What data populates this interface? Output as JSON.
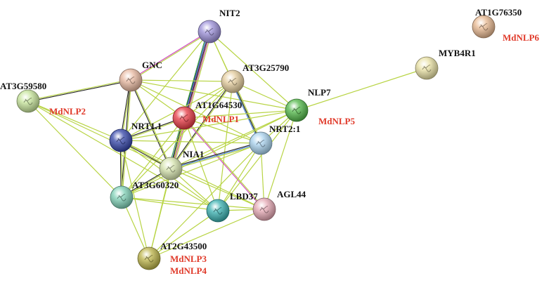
{
  "nodes": [
    {
      "id": "NIT2",
      "label": "NIT2",
      "color": "#9b8fd8"
    },
    {
      "id": "GNC",
      "label": "GNC",
      "color": "#e8b8a0"
    },
    {
      "id": "AT3G25790",
      "label": "AT3G25790",
      "color": "#e4cc9c"
    },
    {
      "id": "AT3G59580",
      "label": "AT3G59580",
      "color": "#c6e49a",
      "aliases": [
        "MdNLP2"
      ]
    },
    {
      "id": "AT1G64530",
      "label": "AT1G64530",
      "color": "#e83a44",
      "aliases": [
        "MdNLP1"
      ]
    },
    {
      "id": "NLP7",
      "label": "NLP7",
      "color": "#52b848",
      "aliases": [
        "MdNLP5"
      ]
    },
    {
      "id": "NRT1.1",
      "label": "NRT1.1",
      "color": "#3344a8"
    },
    {
      "id": "NRT2:1",
      "label": "NRT2:1",
      "color": "#a8d2ee"
    },
    {
      "id": "NIA1",
      "label": "NIA1",
      "color": "#d6e4ae"
    },
    {
      "id": "AT3G60320",
      "label": "AT3G60320",
      "color": "#7ed0b6"
    },
    {
      "id": "LBD37",
      "label": "LBD37",
      "color": "#38b0b0"
    },
    {
      "id": "AGL44",
      "label": "AGL44",
      "color": "#e6a8b4"
    },
    {
      "id": "AT2G43500",
      "label": "AT2G43500",
      "color": "#bcb448",
      "aliases": [
        "MdNLP3",
        "MdNLP4"
      ]
    },
    {
      "id": "MYB4R1",
      "label": "MYB4R1",
      "color": "#eae2a4"
    },
    {
      "id": "AT1G76350",
      "label": "AT1G76350",
      "color": "#e8b890",
      "aliases": [
        "MdNLP6"
      ]
    }
  ],
  "edges": [
    {
      "source": "NIT2",
      "target": "GNC",
      "types": [
        "yellowgreen",
        "magenta"
      ]
    },
    {
      "source": "NIT2",
      "target": "AT3G25790",
      "types": [
        "yellowgreen"
      ]
    },
    {
      "source": "NIT2",
      "target": "AT1G64530",
      "types": [
        "yellowgreen",
        "magenta",
        "black"
      ]
    },
    {
      "source": "NIT2",
      "target": "NRT1.1",
      "types": [
        "yellowgreen"
      ]
    },
    {
      "source": "NIT2",
      "target": "NIA1",
      "types": [
        "yellowgreen",
        "magenta",
        "black",
        "blue",
        "green"
      ]
    },
    {
      "source": "NIT2",
      "target": "NRT2:1",
      "types": [
        "yellowgreen"
      ]
    },
    {
      "source": "NIT2",
      "target": "NLP7",
      "types": [
        "yellowgreen"
      ]
    },
    {
      "source": "GNC",
      "target": "AT3G59580",
      "types": [
        "black",
        "yellowgreen"
      ]
    },
    {
      "source": "GNC",
      "target": "AT3G25790",
      "types": [
        "yellowgreen"
      ]
    },
    {
      "source": "GNC",
      "target": "AT1G64530",
      "types": [
        "yellowgreen"
      ]
    },
    {
      "source": "GNC",
      "target": "NRT1.1",
      "types": [
        "yellowgreen",
        "black"
      ]
    },
    {
      "source": "GNC",
      "target": "NIA1",
      "types": [
        "yellowgreen",
        "black"
      ]
    },
    {
      "source": "GNC",
      "target": "AT3G60320",
      "types": [
        "yellowgreen",
        "black"
      ]
    },
    {
      "source": "GNC",
      "target": "NRT2:1",
      "types": [
        "yellowgreen"
      ]
    },
    {
      "source": "GNC",
      "target": "NLP7",
      "types": [
        "yellowgreen"
      ]
    },
    {
      "source": "AT3G25790",
      "target": "AT1G64530",
      "types": [
        "yellowgreen"
      ]
    },
    {
      "source": "AT3G25790",
      "target": "NRT1.1",
      "types": [
        "yellowgreen"
      ]
    },
    {
      "source": "AT3G25790",
      "target": "NIA1",
      "types": [
        "yellowgreen",
        "black"
      ]
    },
    {
      "source": "AT3G25790",
      "target": "NRT2:1",
      "types": [
        "yellowgreen",
        "black",
        "blue"
      ]
    },
    {
      "source": "AT3G25790",
      "target": "NLP7",
      "types": [
        "yellowgreen"
      ]
    },
    {
      "source": "AT3G25790",
      "target": "AT3G60320",
      "types": [
        "yellowgreen"
      ]
    },
    {
      "source": "AT3G25790",
      "target": "LBD37",
      "types": [
        "yellowgreen"
      ]
    },
    {
      "source": "AT3G59580",
      "target": "NRT1.1",
      "types": [
        "yellowgreen"
      ]
    },
    {
      "source": "AT3G59580",
      "target": "NIA1",
      "types": [
        "yellowgreen"
      ]
    },
    {
      "source": "AT3G59580",
      "target": "AT3G60320",
      "types": [
        "yellowgreen"
      ]
    },
    {
      "source": "AT3G59580",
      "target": "LBD37",
      "types": [
        "yellowgreen"
      ]
    },
    {
      "source": "AT1G64530",
      "target": "NRT1.1",
      "types": [
        "yellowgreen",
        "black"
      ]
    },
    {
      "source": "AT1G64530",
      "target": "NIA1",
      "types": [
        "yellowgreen",
        "black"
      ]
    },
    {
      "source": "AT1G64530",
      "target": "NRT2:1",
      "types": [
        "yellowgreen"
      ]
    },
    {
      "source": "AT1G64530",
      "target": "NLP7",
      "types": [
        "yellowgreen"
      ]
    },
    {
      "source": "AT1G64530",
      "target": "AT3G60320",
      "types": [
        "yellowgreen"
      ]
    },
    {
      "source": "AT1G64530",
      "target": "LBD37",
      "types": [
        "yellowgreen"
      ]
    },
    {
      "source": "AT1G64530",
      "target": "AGL44",
      "types": [
        "yellowgreen",
        "magenta"
      ]
    },
    {
      "source": "AT1G64530",
      "target": "AT2G43500",
      "types": [
        "yellowgreen"
      ]
    },
    {
      "source": "NLP7",
      "target": "NRT1.1",
      "types": [
        "yellowgreen"
      ]
    },
    {
      "source": "NLP7",
      "target": "NIA1",
      "types": [
        "yellowgreen"
      ]
    },
    {
      "source": "NLP7",
      "target": "NRT2:1",
      "types": [
        "yellowgreen"
      ]
    },
    {
      "source": "NLP7",
      "target": "AT3G60320",
      "types": [
        "yellowgreen"
      ]
    },
    {
      "source": "NLP7",
      "target": "LBD37",
      "types": [
        "yellowgreen"
      ]
    },
    {
      "source": "NLP7",
      "target": "AGL44",
      "types": [
        "yellowgreen"
      ]
    },
    {
      "source": "NLP7",
      "target": "MYB4R1",
      "types": [
        "yellowgreen"
      ]
    },
    {
      "source": "NRT1.1",
      "target": "NIA1",
      "types": [
        "yellowgreen",
        "black"
      ]
    },
    {
      "source": "NRT1.1",
      "target": "NRT2:1",
      "types": [
        "yellowgreen"
      ]
    },
    {
      "source": "NRT1.1",
      "target": "AT3G60320",
      "types": [
        "yellowgreen",
        "black"
      ]
    },
    {
      "source": "NRT1.1",
      "target": "LBD37",
      "types": [
        "yellowgreen"
      ]
    },
    {
      "source": "NRT1.1",
      "target": "AGL44",
      "types": [
        "yellowgreen"
      ]
    },
    {
      "source": "NRT1.1",
      "target": "AT2G43500",
      "types": [
        "yellowgreen"
      ]
    },
    {
      "source": "NRT2:1",
      "target": "NIA1",
      "types": [
        "yellowgreen",
        "blue",
        "black"
      ]
    },
    {
      "source": "NRT2:1",
      "target": "AT3G60320",
      "types": [
        "yellowgreen"
      ]
    },
    {
      "source": "NRT2:1",
      "target": "LBD37",
      "types": [
        "yellowgreen"
      ]
    },
    {
      "source": "NRT2:1",
      "target": "AGL44",
      "types": [
        "yellowgreen"
      ]
    },
    {
      "source": "NRT2:1",
      "target": "AT2G43500",
      "types": [
        "yellowgreen"
      ]
    },
    {
      "source": "NIA1",
      "target": "AT3G60320",
      "types": [
        "yellowgreen",
        "black"
      ]
    },
    {
      "source": "NIA1",
      "target": "LBD37",
      "types": [
        "yellowgreen"
      ]
    },
    {
      "source": "NIA1",
      "target": "AGL44",
      "types": [
        "yellowgreen"
      ]
    },
    {
      "source": "NIA1",
      "target": "AT2G43500",
      "types": [
        "yellowgreen"
      ]
    },
    {
      "source": "AT3G60320",
      "target": "LBD37",
      "types": [
        "yellowgreen"
      ]
    },
    {
      "source": "AT3G60320",
      "target": "AGL44",
      "types": [
        "yellowgreen"
      ]
    },
    {
      "source": "AT3G60320",
      "target": "AT2G43500",
      "types": [
        "yellowgreen"
      ]
    },
    {
      "source": "LBD37",
      "target": "AGL44",
      "types": [
        "yellowgreen"
      ]
    },
    {
      "source": "LBD37",
      "target": "AT2G43500",
      "types": [
        "yellowgreen"
      ]
    },
    {
      "source": "AGL44",
      "target": "AT2G43500",
      "types": [
        "yellowgreen"
      ]
    }
  ],
  "edge_colors": {
    "yellowgreen": "#b8d444",
    "magenta": "#d040c0",
    "black": "#222222",
    "blue": "#3a78d8",
    "green": "#3aa040"
  }
}
